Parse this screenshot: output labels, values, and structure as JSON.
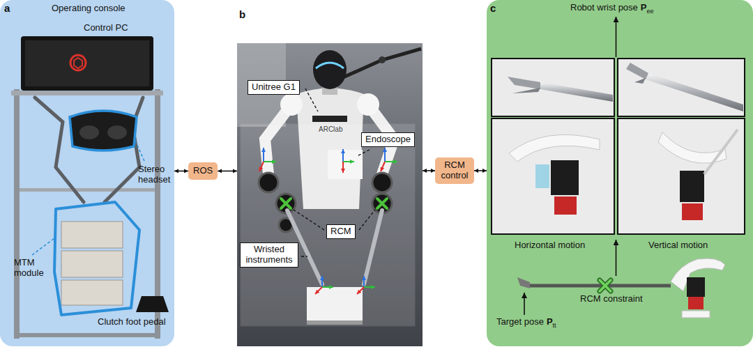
{
  "diagram": {
    "nodes": [
      {
        "text": [
          "a",
          "Operating console"
        ]
      },
      {
        "text": [
          "ROS"
        ]
      },
      {
        "text": [
          "b"
        ]
      },
      {
        "text": [
          "Unitree G1"
        ],
        "in": 2
      },
      {
        "text": [
          "Endoscope"
        ],
        "in": 2
      },
      {
        "text": [
          "RCM"
        ],
        "in": 2
      },
      {
        "text": [
          "Wristed instruments"
        ],
        "in": 2
      },
      {
        "text": [
          "RCM control"
        ]
      },
      {
        "text": [
          "c"
        ]
      }
    ],
    "edges": [
      {
        "from": 0,
        "to": 1,
        "arrow": "both"
      },
      {
        "from": 1,
        "to": 2,
        "arrow": "both"
      },
      {
        "from": 2,
        "to": 7,
        "arrow": "both"
      },
      {
        "from": 7,
        "to": 8,
        "arrow": "both"
      }
    ],
    "labels": [
      "Control PC",
      "Stereo headset",
      "MTM module",
      "Clutch foot pedal",
      "ARClab",
      "Robot wrist pose",
      "P",
      "ee",
      "Horizontal motion",
      "Vertical motion",
      "RCM constraint",
      "Target pose",
      "P",
      "tt"
    ]
  }
}
